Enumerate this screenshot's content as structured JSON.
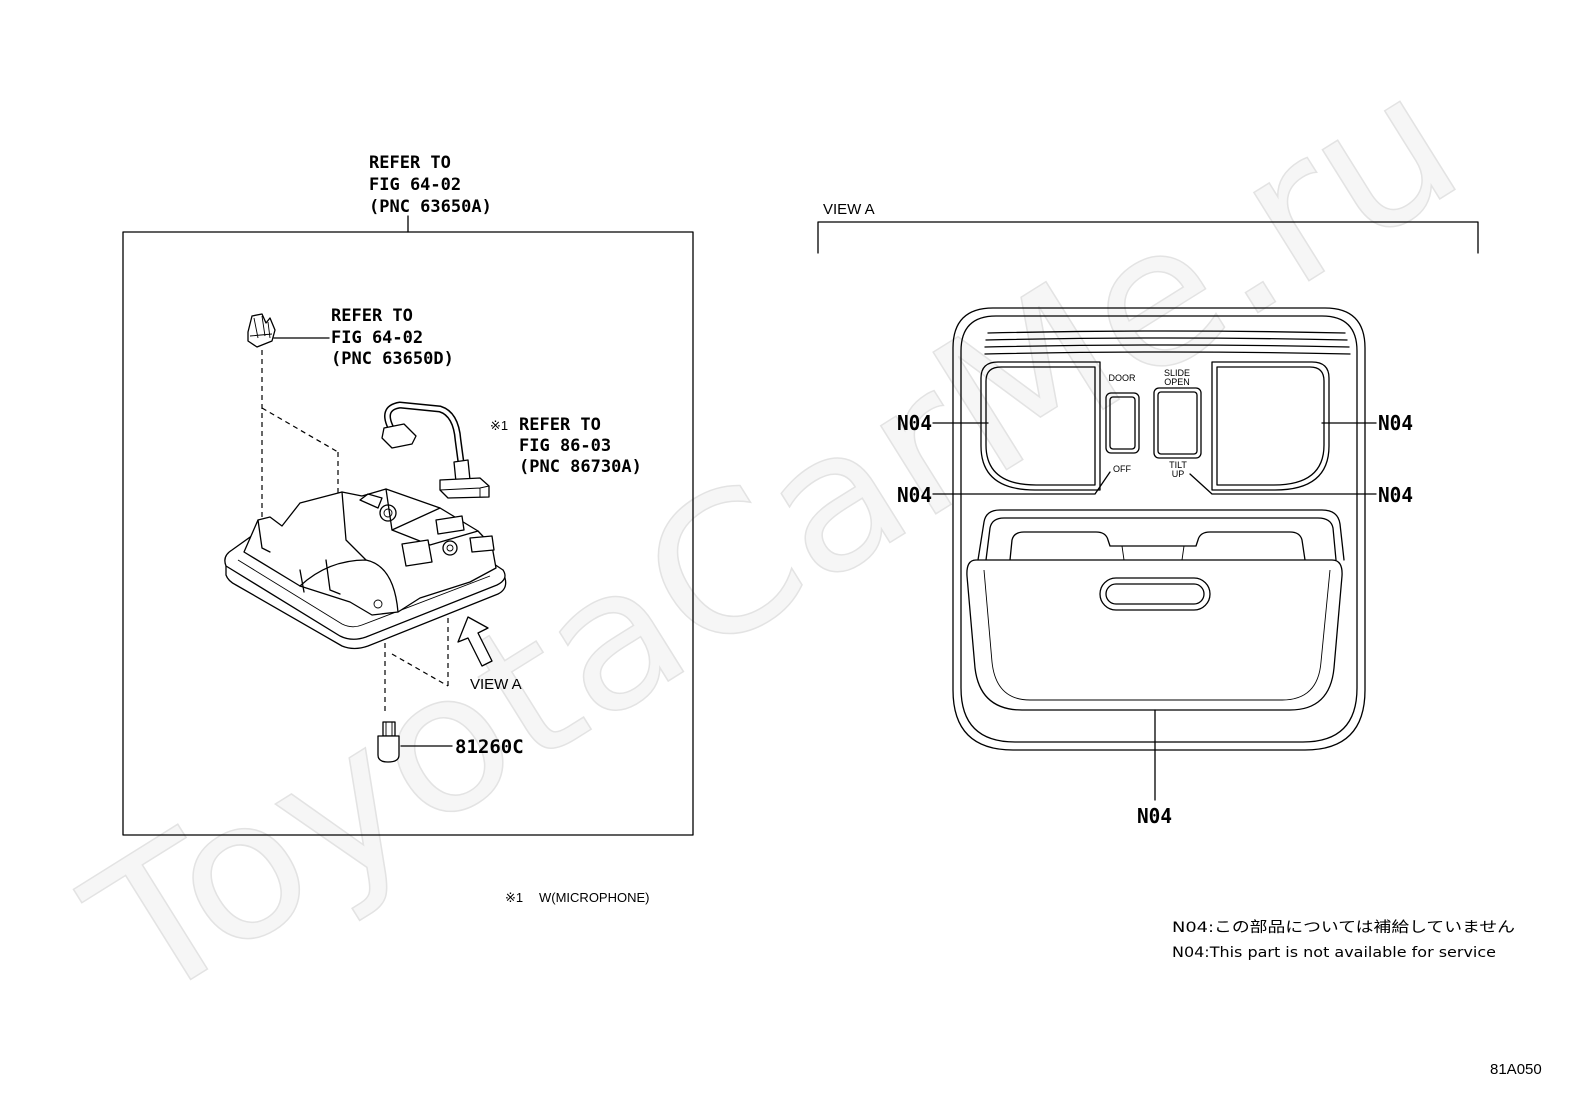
{
  "watermark": "ToyotaCarMe.ru",
  "left_panel": {
    "box_ref": {
      "line1": "REFER TO",
      "line2": "FIG 64-02",
      "line3": "(PNC 63650A)"
    },
    "clip_ref": {
      "line1": "REFER TO",
      "line2": "FIG 64-02",
      "line3": "(PNC 63650D)"
    },
    "harness_ref": {
      "marker": "※1",
      "line1": "REFER TO",
      "line2": "FIG 86-03",
      "line3": "(PNC 86730A)"
    },
    "view_arrow_label": "VIEW A",
    "bulb_part_number": "81260C"
  },
  "footnote": {
    "marker": "※1",
    "text": "W(MICROPHONE)"
  },
  "right_panel": {
    "title": "VIEW A",
    "switch_labels": {
      "door": "DOOR",
      "off": "OFF",
      "slide": [
        "SLIDE",
        "OPEN"
      ],
      "tilt": [
        "TILT",
        "UP"
      ]
    },
    "callouts": {
      "left_lens": "N04",
      "right_lens": "N04",
      "door_switch": "N04",
      "slide_switch": "N04",
      "sunglass_holder": "N04"
    }
  },
  "notes": {
    "japanese": "N04:この部品については補給していません",
    "english": "N04:This part is not available for service"
  },
  "figure_code": "81A050",
  "colors": {
    "line": "#000000",
    "watermark": "#e3e3e3",
    "background": "#ffffff"
  }
}
